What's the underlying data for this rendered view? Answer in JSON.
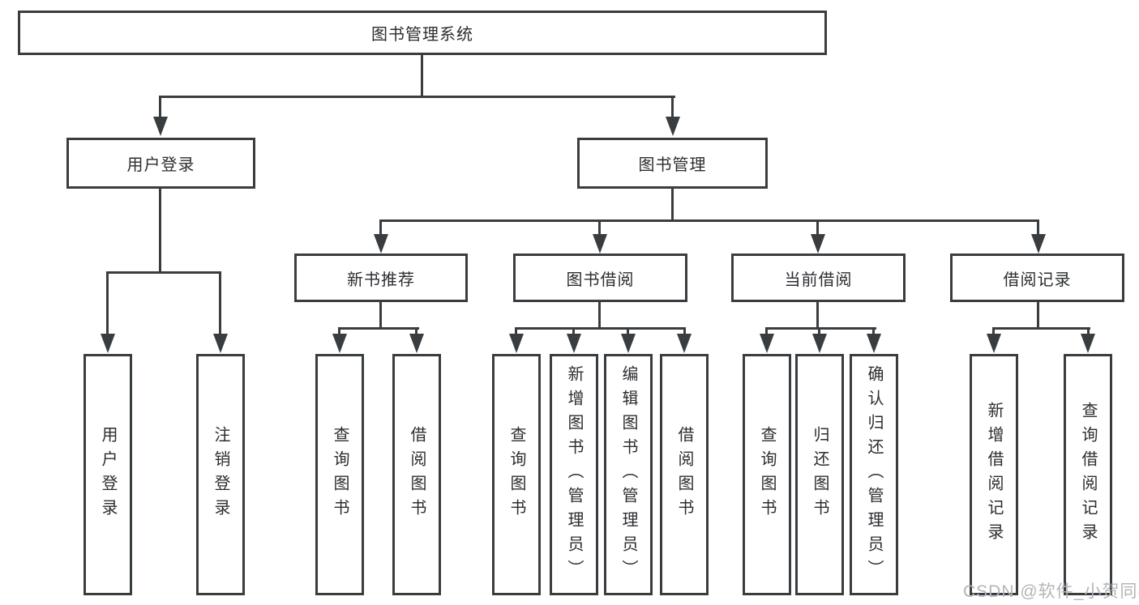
{
  "diagram": {
    "title": "图书管理系统",
    "type": "functional-structure-tree",
    "colors": {
      "line": "#3a3d40",
      "text": "#2b2d30",
      "watermark": "#b3b5b8",
      "background": "#ffffff"
    },
    "nodes": {
      "root": "图书管理系统",
      "user_login": "用户登录",
      "book_mgmt": "图书管理",
      "new_book_rec": "新书推荐",
      "book_borrow": "图书借阅",
      "current_borrow": "当前借阅",
      "borrow_record": "借阅记录",
      "ul_login": "用户登录",
      "ul_logout": "注销登录",
      "nr_query": "查询图书",
      "nr_borrow": "借阅图书",
      "bb_query": "查询图书",
      "bb_add": "新增图书（管理员）",
      "bb_edit": "编辑图书（管理员）",
      "bb_borrow": "借阅图书",
      "cb_query": "查询图书",
      "cb_return": "归还图书",
      "cb_confirm": "确认归还（管理员）",
      "br_add": "新增借阅记录",
      "br_query": "查询借阅记录"
    },
    "structure": {
      "图书管理系统": {
        "用户登录": [
          "用户登录",
          "注销登录"
        ],
        "图书管理": {
          "新书推荐": [
            "查询图书",
            "借阅图书"
          ],
          "图书借阅": [
            "查询图书",
            "新增图书（管理员）",
            "编辑图书（管理员）",
            "借阅图书"
          ],
          "当前借阅": [
            "查询图书",
            "归还图书",
            "确认归还（管理员）"
          ],
          "借阅记录": [
            "新增借阅记录",
            "查询借阅记录"
          ]
        }
      }
    },
    "watermark": "CSDN @软件_小贺同学"
  }
}
